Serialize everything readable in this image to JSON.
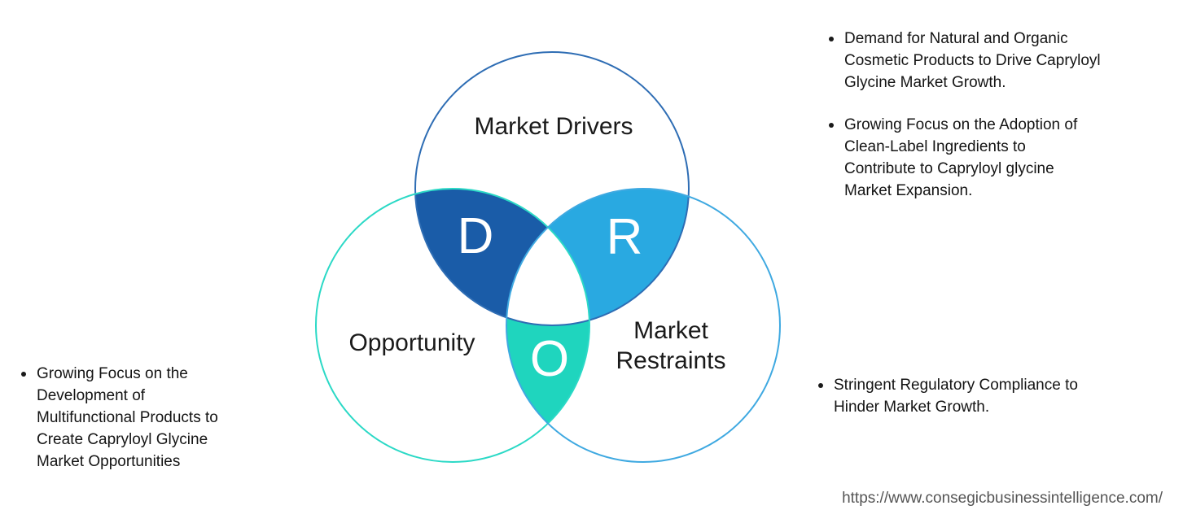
{
  "venn": {
    "drivers": {
      "label": "Market Drivers",
      "letter": "D"
    },
    "opportunity": {
      "label": "Opportunity",
      "letter": "O"
    },
    "restraints": {
      "label": "Market Restraints",
      "letter": "R"
    }
  },
  "colors": {
    "lens_drivers_opportunity": "#1a5ca8",
    "lens_drivers_restraints": "#29a9e1",
    "lens_opportunity_restraints": "#1fd5be",
    "center_fill": "#ffffff",
    "stroke_drivers": "#2e6db4",
    "stroke_opportunity": "#2bd9c6",
    "stroke_restraints": "#3fa9e1",
    "text": "#1a1a1a",
    "url_text": "#555555"
  },
  "bullets": {
    "drivers": [
      "Demand for Natural and Organic\nCosmetic Products to Drive Capryloyl\nGlycine Market Growth.",
      "Growing Focus on the Adoption of\nClean-Label Ingredients to\nContribute to Capryloyl glycine\nMarket Expansion."
    ],
    "opportunity": [
      "Growing Focus on the\nDevelopment of\nMultifunctional Products to\nCreate Capryloyl Glycine\nMarket Opportunities"
    ],
    "restraints": [
      "Stringent Regulatory Compliance to\nHinder Market Growth."
    ]
  },
  "footer": {
    "url": "https://www.consegicbusinessintelligence.com/"
  }
}
